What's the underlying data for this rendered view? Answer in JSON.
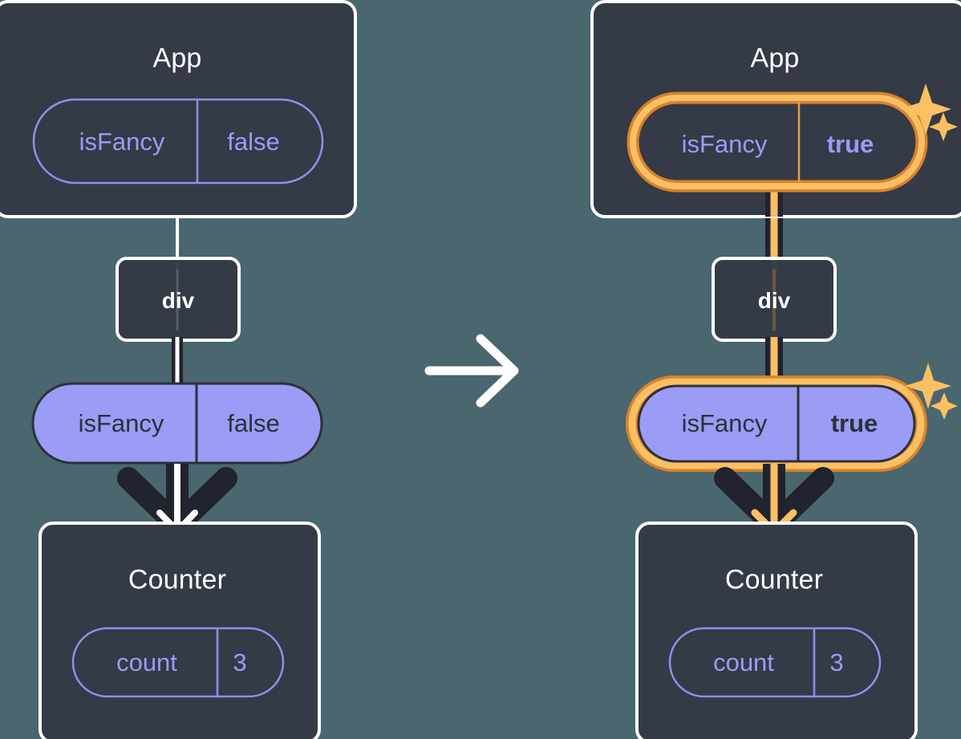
{
  "meta": {
    "title": "React state update diagram: isFancy prop flows from App through div to Counter",
    "background_color": "#4a666f",
    "panel_color": "#343a46",
    "panel_border_color": "#ffffff",
    "pill_fill_color": "#9a9cf5",
    "pill_outline_color": "#8e90e8",
    "text_light": "#ffffff",
    "text_lavender": "#9a9cf5",
    "text_dark": "#2c3138",
    "wire_dark_color": "#21232e",
    "wire_light_color": "#ffffff",
    "highlight_ring_color": "#f0a23c",
    "highlight_inner_color": "#fbbf64",
    "highlight_arrow_color": "#fbbf64",
    "sparkle_color": "#fbbf64"
  },
  "transition_arrow": {
    "name": "right-arrow",
    "glyph": "→"
  },
  "panels": [
    {
      "id": "before",
      "side": "left",
      "app": {
        "title": "App",
        "state_pill": {
          "key": "isFancy",
          "value": "false",
          "style": "outline",
          "highlighted": false,
          "value_bold": false
        }
      },
      "div": {
        "title": "div"
      },
      "prop_pill": {
        "key": "isFancy",
        "value": "false",
        "style": "filled",
        "highlighted": false,
        "value_bold": false
      },
      "counter": {
        "title": "Counter",
        "state_pill": {
          "key": "count",
          "value": "3",
          "style": "outline",
          "highlighted": false,
          "value_bold": false
        }
      },
      "arrow_color": "#ffffff",
      "wire_color": "#ffffff",
      "sparkles": false
    },
    {
      "id": "after",
      "side": "right",
      "app": {
        "title": "App",
        "state_pill": {
          "key": "isFancy",
          "value": "true",
          "style": "outline",
          "highlighted": true,
          "value_bold": true
        }
      },
      "div": {
        "title": "div"
      },
      "prop_pill": {
        "key": "isFancy",
        "value": "true",
        "style": "filled",
        "highlighted": true,
        "value_bold": true
      },
      "counter": {
        "title": "Counter",
        "state_pill": {
          "key": "count",
          "value": "3",
          "style": "outline",
          "highlighted": false,
          "value_bold": false
        }
      },
      "arrow_color": "#fbbf64",
      "wire_color": "#fbbf64",
      "sparkles": true
    }
  ]
}
